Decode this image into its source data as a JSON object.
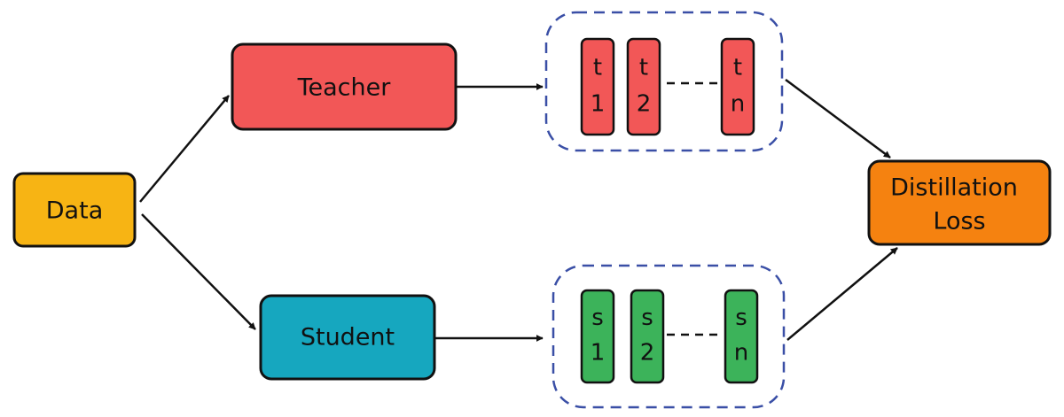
{
  "nodes": {
    "data": {
      "label": "Data",
      "color": "#f7b414"
    },
    "teacher": {
      "label": "Teacher",
      "color": "#f25757"
    },
    "student": {
      "label": "Student",
      "color": "#16a7bf"
    },
    "loss": {
      "label_line1": "Distillation",
      "label_line2": "Loss",
      "color": "#f58210"
    }
  },
  "teacher_tokens": {
    "color": "#f25757",
    "items": [
      {
        "letter": "t",
        "index": "1"
      },
      {
        "letter": "t",
        "index": "2"
      },
      {
        "letter": "t",
        "index": "n"
      }
    ]
  },
  "student_tokens": {
    "color": "#3cb35a",
    "items": [
      {
        "letter": "s",
        "index": "1"
      },
      {
        "letter": "s",
        "index": "2"
      },
      {
        "letter": "s",
        "index": "n"
      }
    ]
  },
  "group_border_color": "#3a4fa6"
}
